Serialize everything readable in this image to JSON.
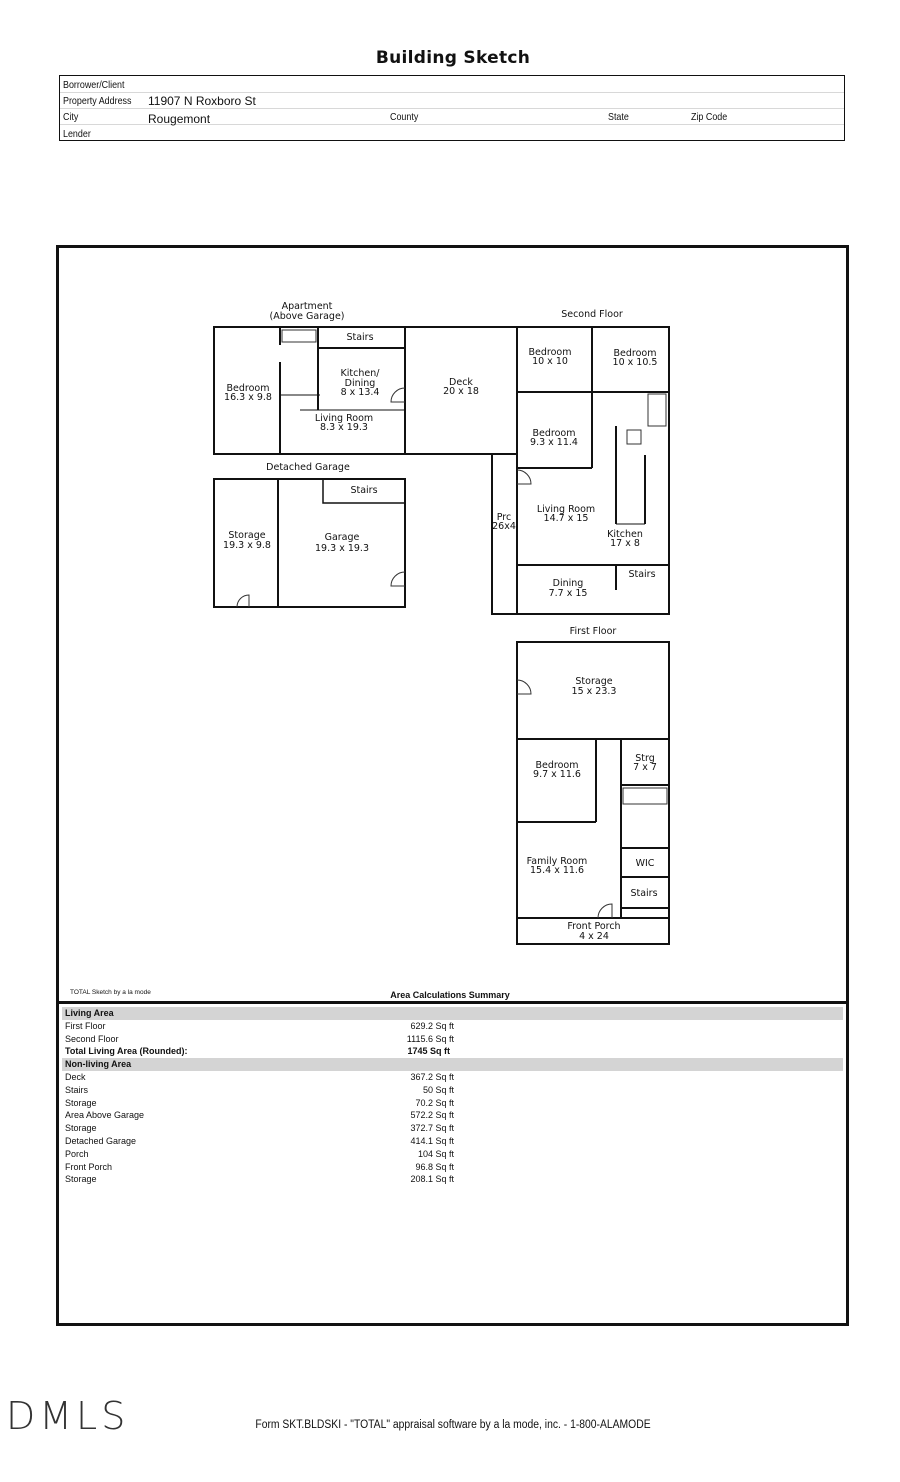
{
  "header": {
    "title": "Building Sketch"
  },
  "info": {
    "borrower_label": "Borrower/Client",
    "address_label": "Property Address",
    "address_value": "11907 N Roxboro St",
    "city_label": "City",
    "city_value": "Rougemont",
    "county_label": "County",
    "state_label": "State",
    "zip_label": "Zip Code",
    "lender_label": "Lender"
  },
  "sketch": {
    "apartment_title": "Apartment",
    "apartment_subtitle": "(Above Garage)",
    "second_floor_title": "Second Floor",
    "detached_garage_title": "Detached Garage",
    "first_floor_title": "First Floor",
    "rooms": [
      {
        "name": "Stairs",
        "dims": ""
      },
      {
        "name": "Kitchen/",
        "dims": "Dining"
      },
      {
        "name": "8 x 13.4",
        "dims": ""
      },
      {
        "name": "Bedroom",
        "dims": "16.3 x 9.8"
      },
      {
        "name": "Living Room",
        "dims": "8.3 x 19.3"
      },
      {
        "name": "Deck",
        "dims": "20 x 18"
      },
      {
        "name": "Bedroom",
        "dims": "10 x 10"
      },
      {
        "name": "Bedroom",
        "dims": "10 x 10.5"
      },
      {
        "name": "Bedroom",
        "dims": "9.3 x 11.4"
      },
      {
        "name": "Living Room",
        "dims": "14.7 x 15"
      },
      {
        "name": "Kitchen",
        "dims": "17 x 8"
      },
      {
        "name": "Stairs",
        "dims": ""
      },
      {
        "name": "Dining",
        "dims": "7.7 x 15"
      },
      {
        "name": "Prc",
        "dims": "26x4"
      },
      {
        "name": "Stairs",
        "dims": ""
      },
      {
        "name": "Storage",
        "dims": "19.3 x 9.8"
      },
      {
        "name": "Garage",
        "dims": "19.3 x 19.3"
      },
      {
        "name": "Storage",
        "dims": "15 x 23.3"
      },
      {
        "name": "Bedroom",
        "dims": "9.7 x 11.6"
      },
      {
        "name": "Strg",
        "dims": "7 x 7"
      },
      {
        "name": "Family Room",
        "dims": "15.4 x 11.6"
      },
      {
        "name": "WIC",
        "dims": ""
      },
      {
        "name": "Stairs",
        "dims": ""
      },
      {
        "name": "Front Porch",
        "dims": "4 x 24"
      }
    ]
  },
  "summary": {
    "credit": "TOTAL Sketch by a la mode",
    "title": "Area Calculations Summary",
    "rows": [
      {
        "name": "Living Area",
        "value": "",
        "kind": "head"
      },
      {
        "name": "First Floor",
        "value": "629.2 Sq ft",
        "kind": ""
      },
      {
        "name": "Second Floor",
        "value": "1115.6 Sq ft",
        "kind": ""
      },
      {
        "name": "Total Living Area (Rounded):",
        "value": "1745 Sq ft",
        "kind": "total"
      },
      {
        "name": "Non-living Area",
        "value": "",
        "kind": "head"
      },
      {
        "name": "Deck",
        "value": "367.2 Sq ft",
        "kind": ""
      },
      {
        "name": "Stairs",
        "value": "50 Sq ft",
        "kind": ""
      },
      {
        "name": "Storage",
        "value": "70.2 Sq ft",
        "kind": ""
      },
      {
        "name": "Area Above Garage",
        "value": "572.2 Sq ft",
        "kind": ""
      },
      {
        "name": "Storage",
        "value": "372.7 Sq ft",
        "kind": ""
      },
      {
        "name": "Detached Garage",
        "value": "414.1 Sq ft",
        "kind": ""
      },
      {
        "name": "Porch",
        "value": "104 Sq ft",
        "kind": ""
      },
      {
        "name": "Front Porch",
        "value": "96.8 Sq ft",
        "kind": ""
      },
      {
        "name": "Storage",
        "value": "208.1 Sq ft",
        "kind": ""
      }
    ]
  },
  "footer": {
    "logo": "DMLS",
    "form_text": "Form SKT.BLDSKI - \"TOTAL\" appraisal software by a la mode, inc. - 1-800-ALAMODE"
  }
}
